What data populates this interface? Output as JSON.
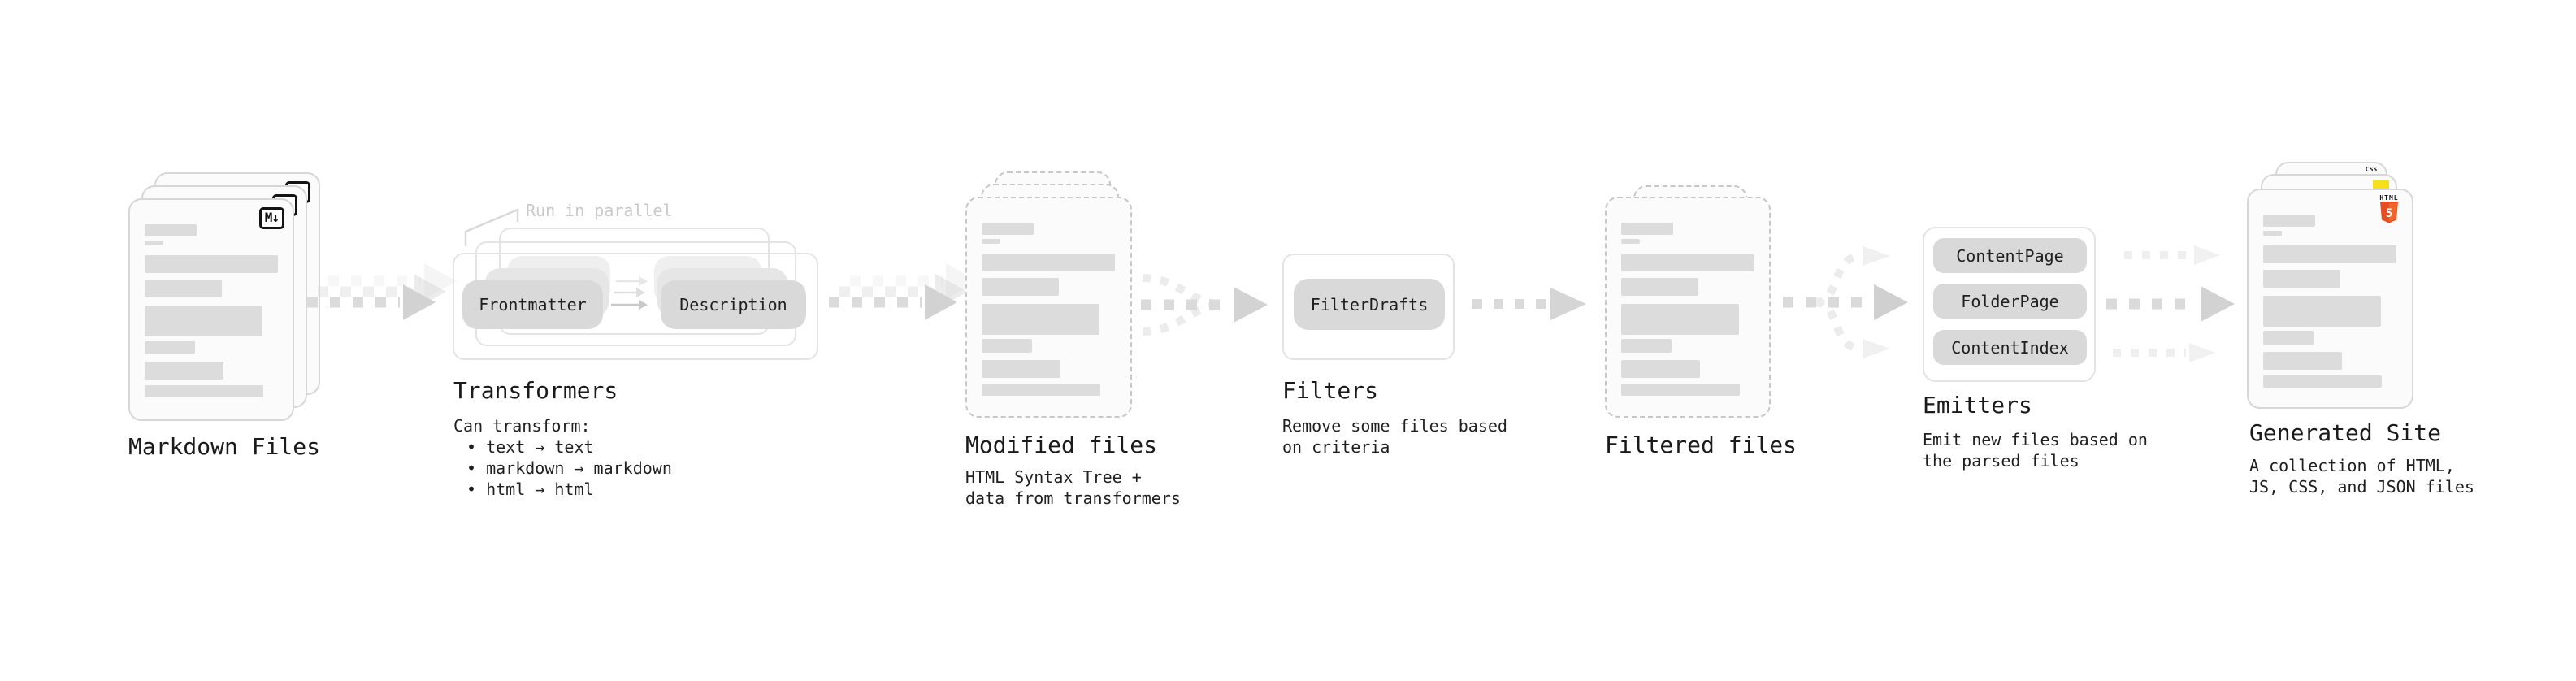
{
  "stages": {
    "markdown": {
      "title": "Markdown Files",
      "file_badge": "M↓"
    },
    "transformers": {
      "title": "Transformers",
      "annotation": "Run in parallel",
      "pills": [
        "Frontmatter",
        "Description"
      ],
      "desc": [
        "Can transform:",
        "• text → text",
        "• markdown → markdown",
        "• html → html"
      ]
    },
    "modified": {
      "title": "Modified files",
      "desc": [
        "HTML Syntax Tree +",
        "data from transformers"
      ]
    },
    "filters": {
      "title": "Filters",
      "pill": "FilterDrafts",
      "desc": [
        "Remove some files based",
        "on criteria"
      ]
    },
    "filtered": {
      "title": "Filtered files"
    },
    "emitters": {
      "title": "Emitters",
      "pills": [
        "ContentPage",
        "FolderPage",
        "ContentIndex"
      ],
      "desc": [
        "Emit new files based on",
        "the parsed files"
      ]
    },
    "site": {
      "title": "Generated Site",
      "desc": [
        "A collection of HTML,",
        "JS, CSS, and JSON files"
      ],
      "badges": {
        "html_label": "HTML",
        "html_number": "5",
        "css_label": "CSS"
      }
    }
  },
  "colors": {
    "accent_html5": "#e44d26",
    "accent_js": "#f7df1e",
    "accent_css": "#2965f1"
  }
}
